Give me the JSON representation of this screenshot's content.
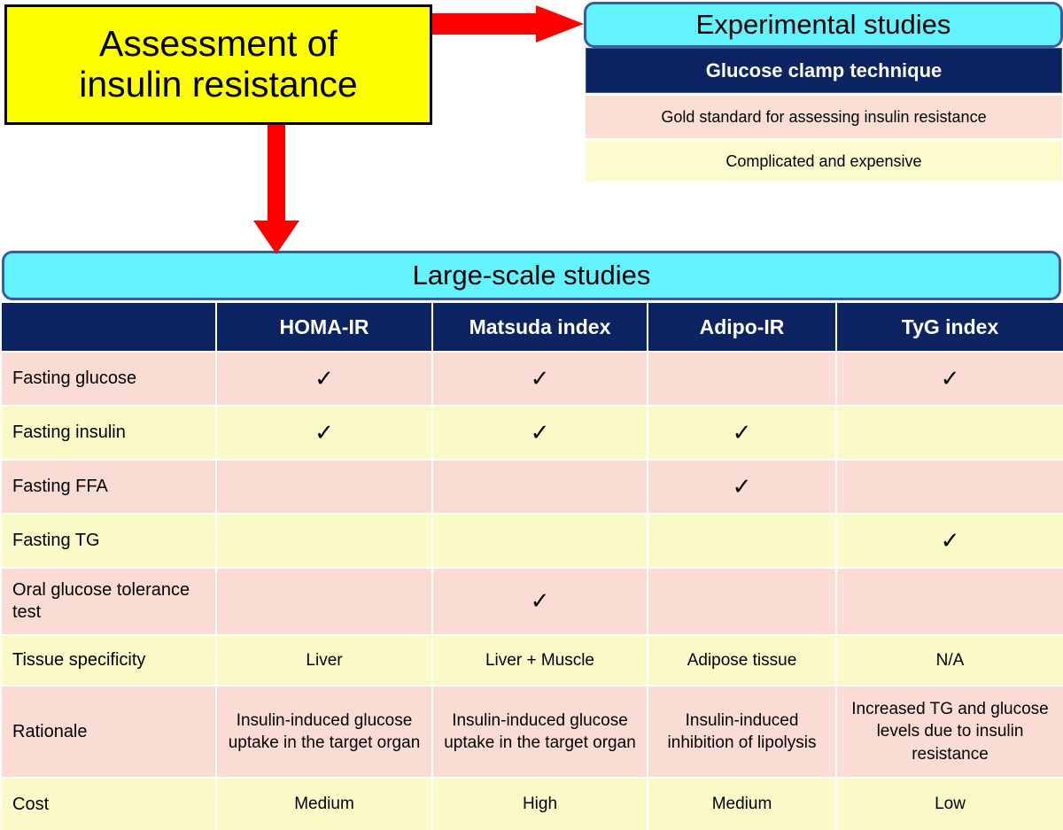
{
  "root": {
    "line1": "Assessment of",
    "line2": "insulin resistance",
    "fill": "#FFFF00"
  },
  "arrows": {
    "color": "#FF0000",
    "right_arrow": "arrow-right-icon",
    "down_arrow": "arrow-down-icon"
  },
  "experimental": {
    "title": "Experimental studies",
    "method": "Glucose clamp technique",
    "notes": [
      "Gold standard for assessing insulin resistance",
      "Complicated and expensive"
    ],
    "title_fill": "#63F3FF",
    "method_fill": "#0C2461"
  },
  "large_scale": {
    "title": "Large-scale studies",
    "title_fill": "#63F3FF",
    "header_fill": "#0C2461",
    "row_fill_pink": "#FBDCD4",
    "row_fill_yellow": "#FAFAC8",
    "columns": [
      "",
      "HOMA-IR",
      "Matsuda index",
      "Adipo-IR",
      "TyG index"
    ],
    "check_glyph": "✓",
    "rows": [
      {
        "label": "Fasting glucose",
        "tone": "pink",
        "cells": [
          "✓",
          "✓",
          "",
          "✓"
        ]
      },
      {
        "label": "Fasting insulin",
        "tone": "yellow",
        "cells": [
          "✓",
          "✓",
          "✓",
          ""
        ]
      },
      {
        "label": "Fasting FFA",
        "tone": "pink",
        "cells": [
          "",
          "",
          "✓",
          ""
        ]
      },
      {
        "label": "Fasting TG",
        "tone": "yellow",
        "cells": [
          "",
          "",
          "",
          "✓"
        ]
      },
      {
        "label": "Oral glucose tolerance test",
        "tone": "pink",
        "cells": [
          "",
          "✓",
          "",
          ""
        ]
      },
      {
        "label": "Tissue specificity",
        "tone": "yellow",
        "cells": [
          "Liver",
          "Liver + Muscle",
          "Adipose tissue",
          "N/A"
        ]
      },
      {
        "label": "Rationale",
        "tone": "pink",
        "cells": [
          "Insulin-induced glucose uptake in the target organ",
          "Insulin-induced glucose uptake in the target organ",
          "Insulin-induced inhibition of lipolysis",
          "Increased TG and glucose levels due to insulin resistance"
        ]
      },
      {
        "label": "Cost",
        "tone": "yellow",
        "cells": [
          "Medium",
          "High",
          "Medium",
          "Low"
        ]
      }
    ]
  }
}
